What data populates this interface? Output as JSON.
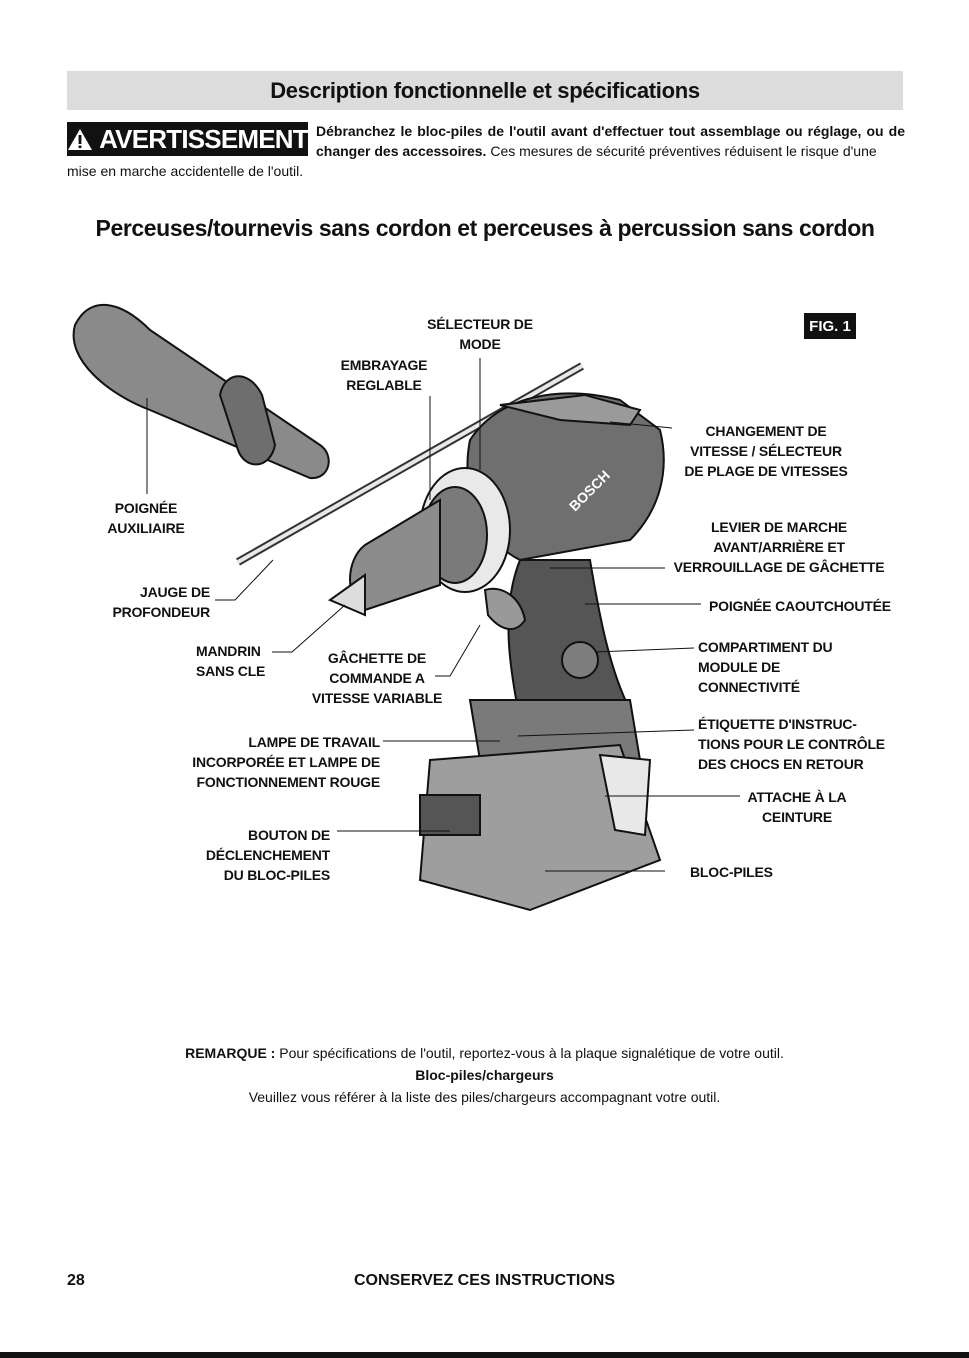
{
  "header": {
    "title": "Description fonctionnelle et spécifications"
  },
  "warning": {
    "badge": "AVERTISSEMENT",
    "bold_text": "Débranchez le bloc-piles de l'outil avant d'effectuer tout assemblage ou réglage, ou de changer des accessoires.",
    "normal_text": " Ces mesures de sécurité préventives réduisent le risque d'une",
    "continuation": "mise en marche accidentelle de l'outil."
  },
  "subtitle": "Perceuses/tournevis sans cordon et  perceuses à percussion sans cordon",
  "figure": {
    "label": "FIG. 1",
    "callouts": {
      "mode_selector": [
        "SÉLECTEUR DE",
        "MODE"
      ],
      "clutch": [
        "EMBRAYAGE",
        "REGLABLE"
      ],
      "speed_change": [
        "CHANGEMENT DE",
        "VITESSE / SÉLECTEUR",
        "DE PLAGE DE VITESSES"
      ],
      "aux_handle": [
        "POIGNÉE",
        "AUXILIAIRE"
      ],
      "fwd_rev": [
        "LEVIER DE MARCHE",
        "AVANT/ARRIÈRE ET",
        "VERROUILLAGE DE GÂCHETTE"
      ],
      "depth_gauge": [
        "JAUGE DE",
        "PROFONDEUR"
      ],
      "rubber_grip": "POIGNÉE CAOUTCHOUTÉE",
      "chuck": [
        "MANDRIN",
        "SANS CLE"
      ],
      "trigger": [
        "GÂCHETTE DE",
        "COMMANDE A",
        "VITESSE VARIABLE"
      ],
      "connectivity": [
        "COMPARTIMENT DU",
        "MODULE DE",
        "CONNECTIVITÉ"
      ],
      "work_light": [
        "LAMPE DE TRAVAIL",
        "INCORPORÉE ET LAMPE DE",
        "FONCTIONNEMENT ROUGE"
      ],
      "kickback_label": [
        "ÉTIQUETTE D'INSTRUC-",
        "TIONS POUR LE CONTRÔLE",
        "DES CHOCS EN RETOUR"
      ],
      "belt_clip": [
        "ATTACHE À LA",
        "CEINTURE"
      ],
      "battery_release": [
        "BOUTON DE",
        "DÉCLENCHEMENT",
        "DU BLOC-PILES"
      ],
      "battery_pack": "BLOC-PILES",
      "brand": "BOSCH"
    }
  },
  "note": {
    "label": "REMARQUE :",
    "text": " Pour spécifications de l'outil, reportez-vous à la plaque  signalétique de votre outil.",
    "battery_heading": "Bloc-piles/chargeurs",
    "battery_text": "Veuillez vous référer à la liste des piles/chargeurs accompagnant votre outil."
  },
  "footer": {
    "page_number": "28",
    "title": "CONSERVEZ CES INSTRUCTIONS"
  }
}
